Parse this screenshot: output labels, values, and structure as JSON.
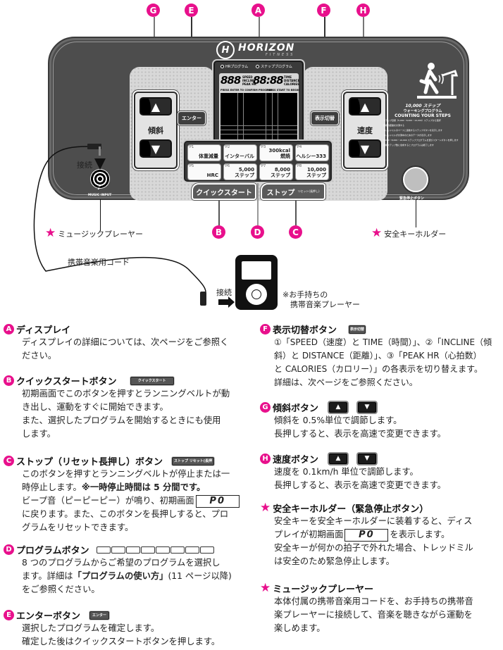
{
  "diagram": {
    "callouts": {
      "A": "A",
      "B": "B",
      "C": "C",
      "D": "D",
      "E": "E",
      "F": "F",
      "G": "G",
      "H": "H"
    },
    "brand": {
      "name": "HORIZON",
      "sub": "FITNESS"
    },
    "lcd": {
      "hr_program": "HRプログラム",
      "step_program": "ステップブログラム",
      "left_digits": "888",
      "left_labels": [
        "SPEED",
        "INCLINE",
        "PEAK HR"
      ],
      "right_digits": "88:88",
      "right_labels": [
        "TIME",
        "DISTANCE",
        "CALORIES"
      ],
      "prompt_left": "PRESS ENTER TO CONFIRM PROGRAM",
      "prompt_right": "PRESS START TO BEGIN"
    },
    "incline_label": "傾斜",
    "speed_label": "速度",
    "enter_button": "エンター",
    "display_switch_button": "表示切替",
    "programs": [
      {
        "num": "P1",
        "label": "体重減量"
      },
      {
        "num": "P2",
        "label": "インターバル"
      },
      {
        "num": "P3",
        "label": "300kcal\n燃焼"
      },
      {
        "num": "P4",
        "label": "ヘルシー333"
      },
      {
        "num": "P5",
        "label": "HRC"
      },
      {
        "num": "P6",
        "label": "5,000\nステップ"
      },
      {
        "num": "P7",
        "label": "8,000\nステップ"
      },
      {
        "num": "P8",
        "label": "10,000\nステップ"
      }
    ],
    "quick_start_button": "クイックスタート",
    "stop_button": "ストップ",
    "stop_button_sub": "リセット(長押し)",
    "walking": {
      "steps": "10,000 ステップ",
      "program": "ウォーキングプログラム",
      "title": "COUNTING YOUR STEPS",
      "notes": [
        "ステップ目標（5,000・8,000・10,000）ステップから選択",
        "目標の距離を計測する",
        "トレッドミルのペースと連動するステップボタンを表示します",
        "トレッドミルが計測中のためのデータが表示します",
        "5,000・8,000・10,000 ステップブログラムを選びスタートボタンを押します",
        "目標ステップ数に達成するとプログラムは終了します"
      ]
    },
    "emergency_stop_label": "緊急停止ボタン",
    "music_input_label": "MUSIC INPUT",
    "connect_label_top": "接続",
    "connect_label_bottom": "接続",
    "music_player_label": "ミュージックプレーヤー",
    "safety_key_label": "安全キーホルダー",
    "cord_label": "携帯音楽用コード",
    "portable_player_note_1": "※お手持ちの",
    "portable_player_note_2": "携帯音楽プレーヤー",
    "star": "★"
  },
  "sections": {
    "A": {
      "badge": "A",
      "title": "ディスプレイ",
      "lines": [
        "ディスプレイの詳細については、次ページをご参照く",
        "ださい。"
      ]
    },
    "B": {
      "badge": "B",
      "title": "クイックスタートボタン",
      "icon_label": "クイックスタート",
      "lines": [
        "初期画面でこのボタンを押すとランニングベルトが動",
        "き出し、運動をすぐに開始できます。",
        "また、選択したプログラムを開始するときにも使用",
        "します。"
      ]
    },
    "C": {
      "badge": "C",
      "title": "ストップ（リセット長押し）ボタン",
      "icon_label": "ストップ リセット(長押し)",
      "line1": "このボタンを押すとランニングベルトが停止または一",
      "line2a": "時停止します。",
      "line2b": "※一時停止時間は 5 分間です。",
      "line3a": "ビープ音（ピーピーピー）が鳴り、初期画面",
      "line3_display": "P0",
      "line4": "に戻ります。また、このボタンを長押しすると、プロ",
      "line5": "グラムをリセットできます。"
    },
    "D": {
      "badge": "D",
      "title": "プログラムボタン",
      "line1": "8 つのプログラムからご希望のプログラムを選択し",
      "line2a": "ます。詳細は",
      "line2b": "「プログラムの使い方」",
      "line2c": "(11 ページ以降)",
      "line3": "をご参照ください。"
    },
    "E": {
      "badge": "E",
      "title": "エンターボタン",
      "icon_label": "エンター",
      "lines": [
        "選択したプログラムを確定します。",
        "確定した後はクイックスタートボタンを押します。"
      ]
    },
    "F": {
      "badge": "F",
      "title": "表示切替ボタン",
      "icon_label": "表示切替",
      "lines": [
        "①「SPEED（速度）と TIME（時間）」、②「INCLINE（傾",
        "斜）と DISTANCE（距離）」、③「PEAK HR（心拍数）",
        "と CALORIES（カロリー）」の各表示を切り替えます。",
        "詳細は、次ページをご参照ください。"
      ]
    },
    "G": {
      "badge": "G",
      "title": "傾斜ボタン",
      "up": "▲",
      "down": "▼",
      "lines": [
        "傾斜を 0.5%単位で調節します。",
        "長押しすると、表示を高速で変更できます。"
      ]
    },
    "H": {
      "badge": "H",
      "title": "速度ボタン",
      "up": "▲",
      "down": "▼",
      "lines": [
        "速度を 0.1km/h 単位で調節します。",
        "長押しすると、表示を高速で変更できます。"
      ]
    },
    "safety": {
      "title": "安全キーホルダー（緊急停止ボタン）",
      "line1": "安全キーを安全キーホルダーに装着すると、ディス",
      "line2a": "プレイが初期画面",
      "line2_display": "P0",
      "line2b": "を表示します。",
      "line3": "安全キーが何かの拍子で外れた場合、トレッドミル",
      "line4": "は安全のため緊急停止します。"
    },
    "music": {
      "title": "ミュージックプレーヤー",
      "lines": [
        "本体付属の携帯音楽用コードを、お手持ちの携帯音",
        "楽プレーヤーに接続して、音楽を聴きながら運動を",
        "楽しめます。"
      ]
    }
  },
  "colors": {
    "accent": "#e8108c",
    "console": "#4d4d4d",
    "panel": "#d8d8d8"
  }
}
